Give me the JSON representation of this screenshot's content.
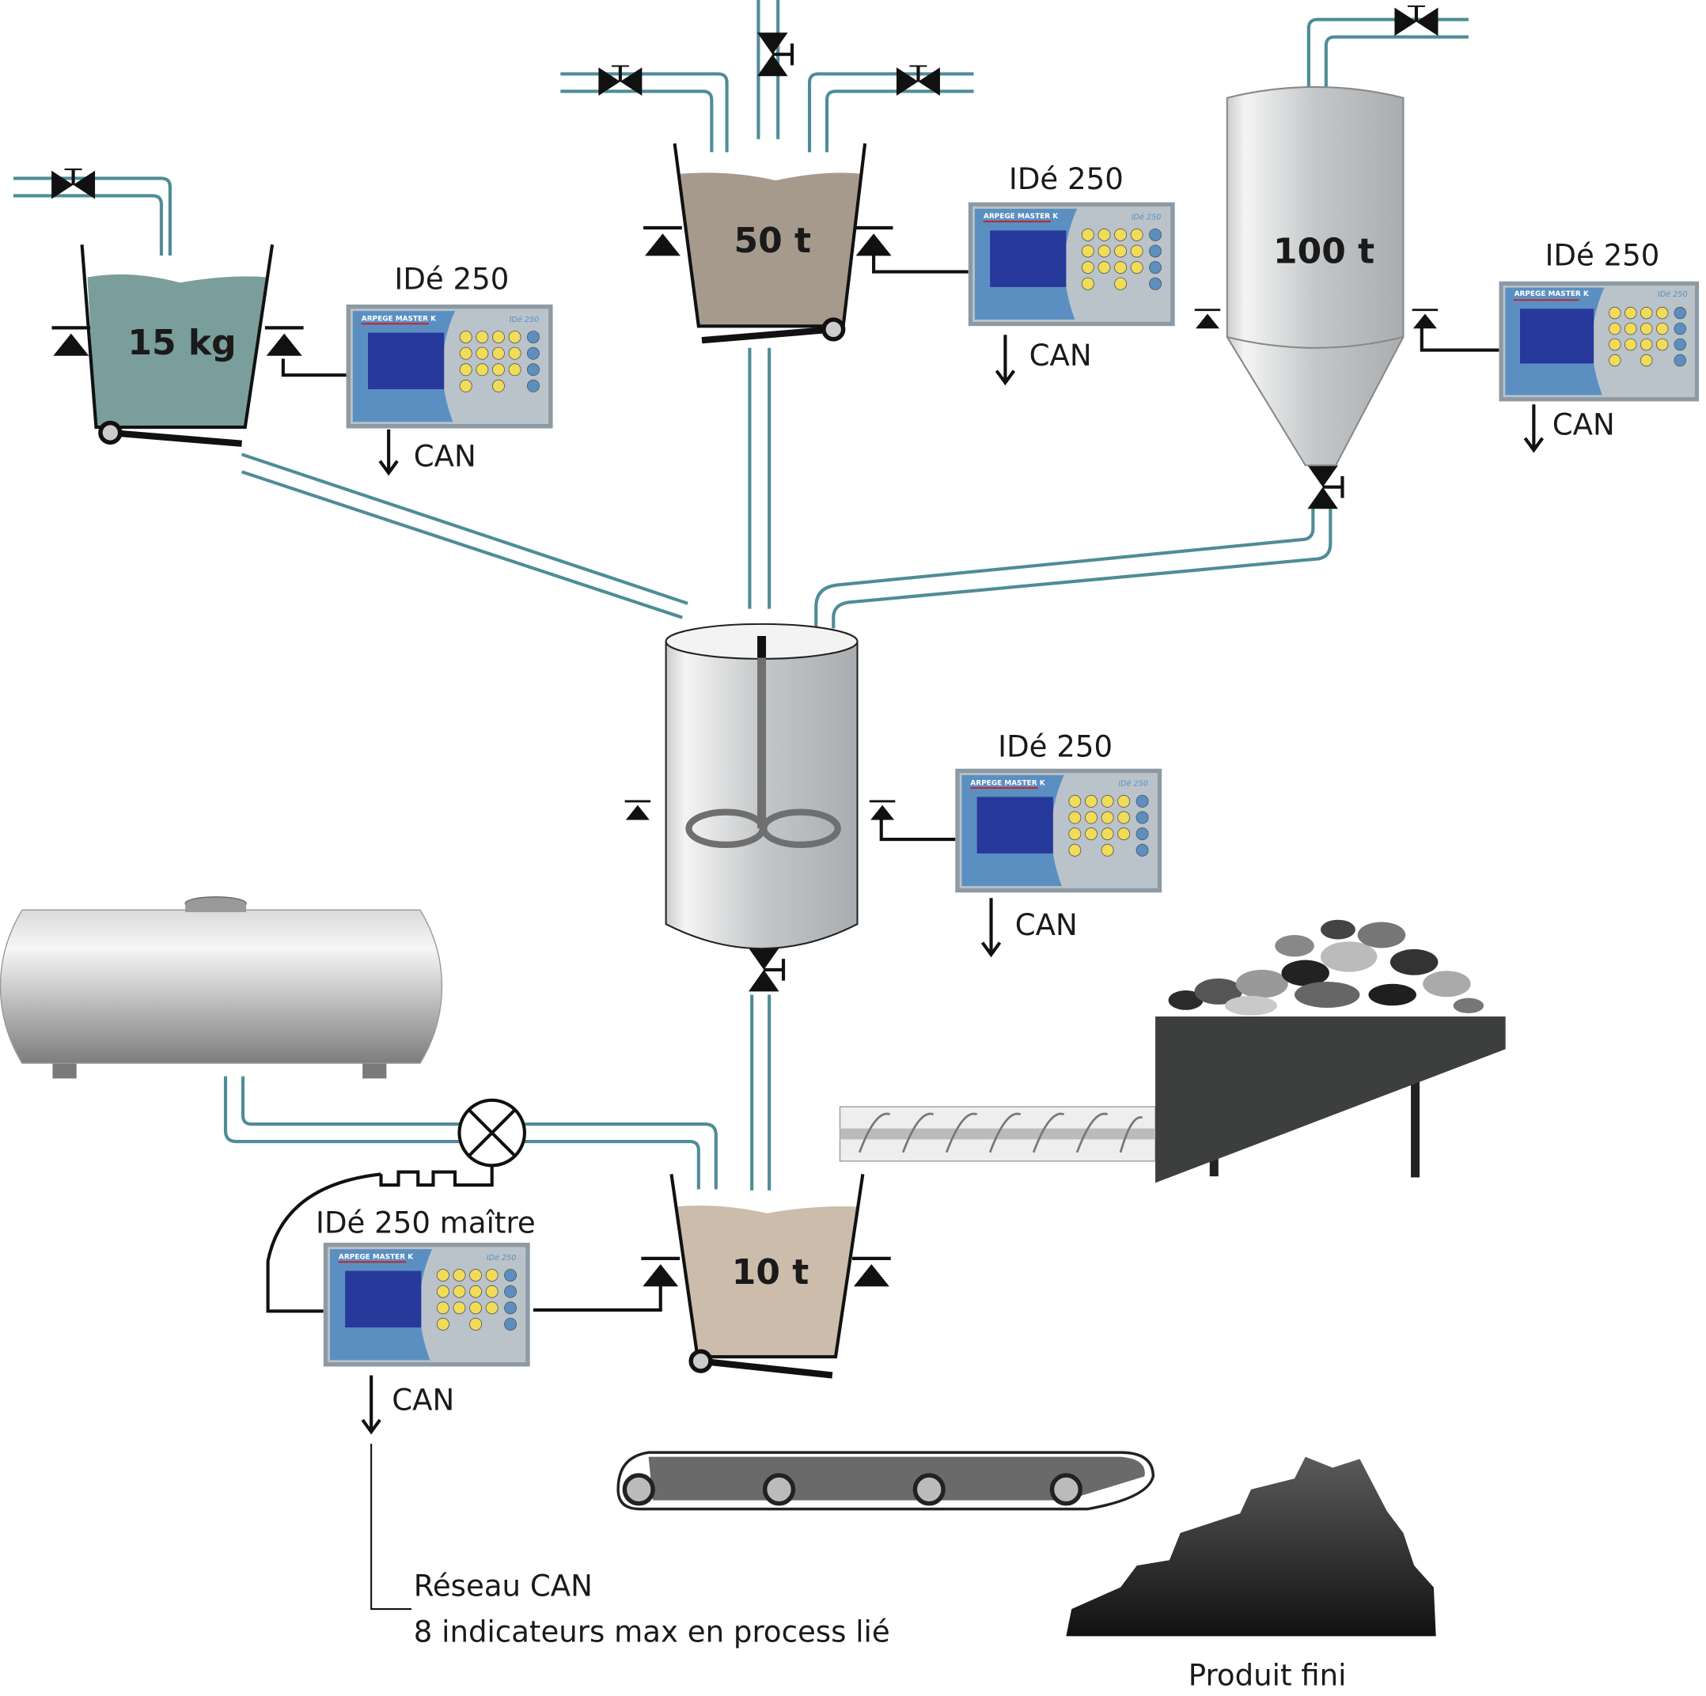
{
  "tanks": {
    "t15": "15 kg",
    "t50": "50 t",
    "t100": "100 t",
    "t10": "10 t"
  },
  "indicators": [
    {
      "label": "IDé 250",
      "bus": "CAN"
    },
    {
      "label": "IDé 250",
      "bus": "CAN"
    },
    {
      "label": "IDé 250",
      "bus": "CAN"
    },
    {
      "label": "IDé 250",
      "bus": "CAN"
    },
    {
      "label": "IDé 250 maître",
      "bus": "CAN"
    }
  ],
  "indicator_panel": {
    "brand": "ARPEGE MASTER K",
    "model": "IDé 250"
  },
  "network": {
    "title": "Réseau CAN",
    "note": "8 indicateurs max en process lié"
  },
  "product": "Produit fini",
  "colors": {
    "pipe": "#4f8c97",
    "liquid_15kg": "#7a9e9b",
    "fill_50t": "#a69a8d",
    "fill_10t": "#cbbcab",
    "screen": "#2a3d9a"
  }
}
